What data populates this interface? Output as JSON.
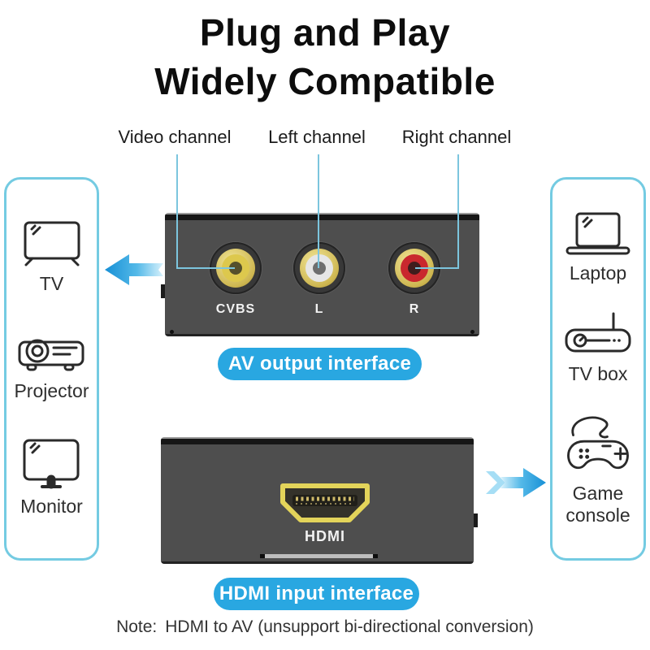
{
  "title": {
    "line1": "Plug and Play",
    "line2": "Widely Compatible"
  },
  "annotations": {
    "video_channel": "Video channel",
    "left_channel": "Left channel",
    "right_channel": "Right channel"
  },
  "av_device": {
    "jack_labels": {
      "video": "CVBS",
      "left": "L",
      "right": "R"
    },
    "caption": "AV output interface"
  },
  "hdmi_device": {
    "port_label": "HDMI",
    "caption": "HDMI input interface"
  },
  "output_devices": [
    {
      "label": "TV"
    },
    {
      "label": "Projector"
    },
    {
      "label": "Monitor"
    }
  ],
  "input_devices": [
    {
      "label": "Laptop"
    },
    {
      "label": "TV box"
    },
    {
      "label": "Game console"
    }
  ],
  "note": {
    "prefix": "Note:",
    "text": "HDMI to AV (unsupport bi-directional conversion)"
  },
  "colors": {
    "accent": "#29a7e1",
    "line-blue": "#7cc5de",
    "box-border": "#74cbe2",
    "device-gray": "#4e4e4e",
    "jack-yellow": "#ddc84d",
    "jack-white": "#e6e6e6",
    "jack-red": "#c9282e",
    "gold": "#e3d45a",
    "arrow-dark": "#1790d6",
    "arrow-mid": "#54b9e8",
    "arrow-light": "#d9f2fc"
  }
}
